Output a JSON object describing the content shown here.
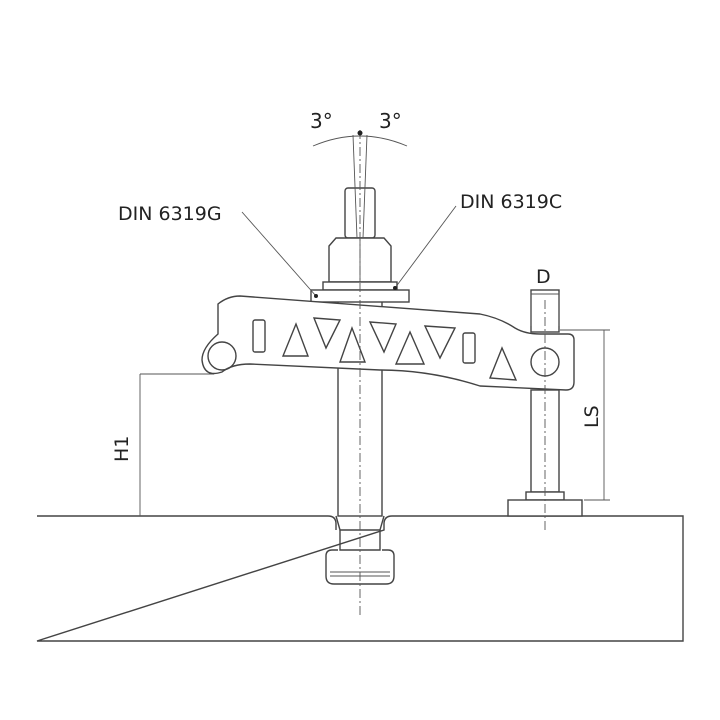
{
  "drawing": {
    "title": "Clamp assembly technical drawing",
    "colors": {
      "line": "#444444",
      "background": "#ffffff",
      "text": "#222222"
    },
    "labels": {
      "angle_left": "3°",
      "angle_right": "3°",
      "washer_spherical": "DIN 6319G",
      "washer_conical": "DIN 6319C",
      "dim_diameter": "D",
      "dim_spindle_length": "LS",
      "dim_height": "H1"
    }
  }
}
